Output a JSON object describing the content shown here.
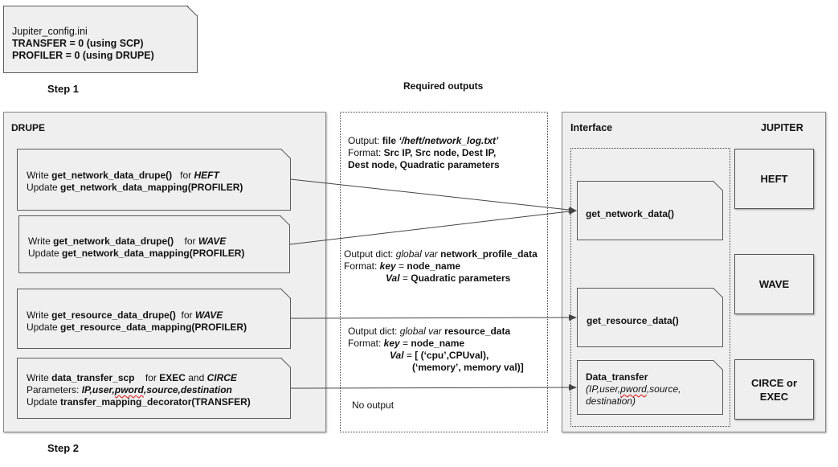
{
  "config_box": {
    "filename": "Jupiter_config.ini",
    "transfer_line": "TRANSFER = 0 (using SCP)",
    "profiler_line": "PROFILER = 0 (using DRUPE)"
  },
  "step1": "Step 1",
  "step2": "Step 2",
  "required_outputs": {
    "title": "Required outputs",
    "network_log": {
      "l1_pre": "Output: ",
      "l1_b1": "file ",
      "l1_i": "‘/heft/network_log.txt’",
      "l2_pre": "Format: ",
      "l2_b": "Src IP, Src node, Dest IP,",
      "l3_b": "Dest node, Quadratic parameters"
    },
    "network_profile": {
      "l1_pre": "Output dict: ",
      "l1_i": "global var ",
      "l1_b": "network_profile_data",
      "l2_pre": "Format: ",
      "l2_key": "key",
      "l2_eq": " = ",
      "l2_val": "node_name",
      "l3_key": "Val",
      "l3_eq": " = ",
      "l3_val": "Quadratic parameters"
    },
    "resource": {
      "l1_pre": "Output dict: ",
      "l1_i": "global var ",
      "l1_b": "resource_data",
      "l2_pre": "Format: ",
      "l2_key": "key",
      "l2_eq": " = ",
      "l2_val": "node_name",
      "l3_key": "Val",
      "l3_eq": " = ",
      "l3_val": "[ (‘cpu’,CPUval),",
      "l4_val": "(‘memory’, memory val)]"
    },
    "no_output": "No output"
  },
  "drupe": {
    "title": "DRUPE",
    "box1": {
      "w": "Write ",
      "fn": "get_network_data_drupe()",
      "for": "   for ",
      "target": "HEFT",
      "u": "Update ",
      "map": "get_network_data_mapping(PROFILER)"
    },
    "box2": {
      "w": "Write ",
      "fn": "get_network_data_drupe()",
      "for": "    for ",
      "target": "WAVE",
      "u": "Update ",
      "map": "get_network_data_mapping(PROFILER)"
    },
    "box3": {
      "w": "Write ",
      "fn": "get_resource_data_drupe()",
      "for": "  for ",
      "target": "WAVE",
      "u": "Update ",
      "map": "get_resource_data_mapping(PROFILER)"
    },
    "box4": {
      "w": "Write ",
      "fn": "data_transfer_scp",
      "for": "    for ",
      "t1": "EXEC",
      "and": " and ",
      "t2": "CIRCE",
      "p": "Parameters: ",
      "params_a": "IP,user,",
      "params_sq": "pword",
      "params_b": ",source,destination",
      "u": "Update ",
      "map": "transfer_mapping_decorator(TRANSFER)"
    }
  },
  "interface": {
    "title": "Interface",
    "network": "get_network_data()",
    "resource": "get_resource_data()",
    "transfer": "Data_transfer",
    "transfer_args_a": "(IP,user,",
    "transfer_args_sq": "pword",
    "transfer_args_b": ",source,",
    "transfer_args_c": "destination)"
  },
  "jupiter": {
    "title": "JUPITER",
    "heft": "HEFT",
    "wave": "WAVE",
    "circe_l1": "CIRCE or",
    "circe_l2": "EXEC"
  }
}
